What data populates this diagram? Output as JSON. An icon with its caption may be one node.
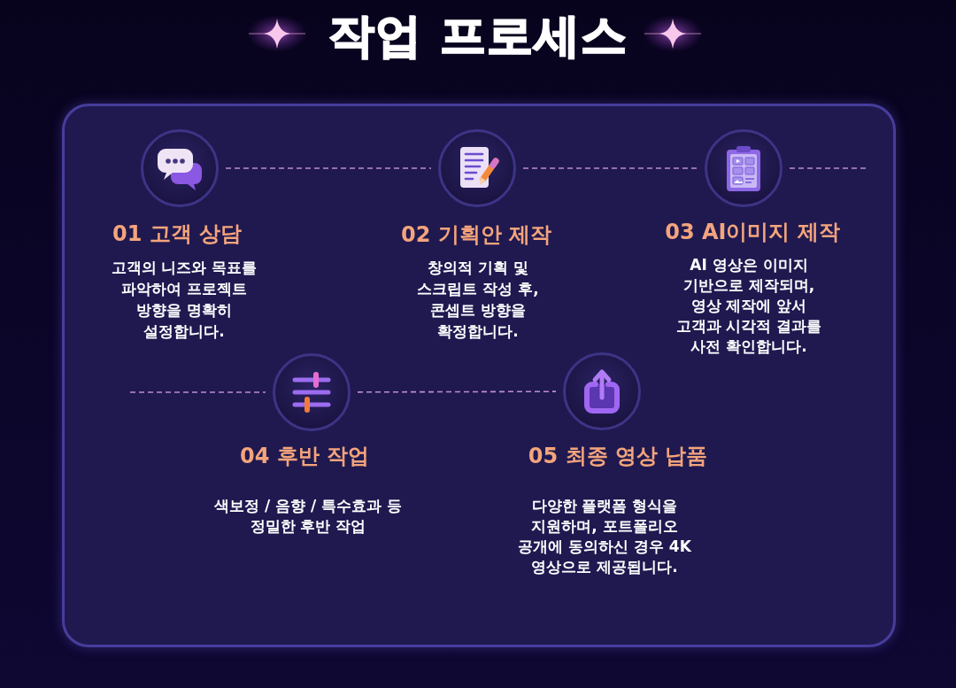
{
  "diagram": {
    "title": "작업 프로세스",
    "nodes": [
      {
        "text": [],
        "shape": "box"
      },
      {
        "text": [],
        "shape": "circle",
        "in": 0,
        "beside": [
          "01 고객 상담",
          "고객의 니즈와 목표를 파악하여 프로젝트 방향을 명확히 설정합니다."
        ]
      },
      {
        "text": [],
        "shape": "circle",
        "in": 0,
        "beside": [
          "02 기획안 제작",
          "창의적 기획 및 스크립트 작성 후, 콘셉트 방향을 확정합니다."
        ]
      },
      {
        "text": [],
        "shape": "circle",
        "in": 0,
        "beside": [
          "03 AI이미지 제작",
          "AI 영상은 이미지 기반으로 제작되며, 영상 제작에 앞서 고객과 시각적 결과를 사전 확인합니다."
        ]
      },
      {
        "text": [],
        "shape": "circle",
        "in": 0,
        "beside": [
          "04 후반 작업",
          "색보정 / 음향 / 특수효과 등 정밀한 후반 작업"
        ]
      },
      {
        "text": [],
        "shape": "circle",
        "in": 0,
        "beside": [
          "05 최종 영상 납품",
          "다양한 플랫폼 형식을 지원하며, 포트폴리오 공개에 동의하신 경우 4K 영상으로 제공됩니다."
        ]
      }
    ],
    "edges": [
      {
        "from": 1,
        "to": 2,
        "arrow": "none",
        "style": "dashed"
      },
      {
        "from": 2,
        "to": 3,
        "arrow": "none",
        "style": "dashed"
      },
      {
        "from": 3,
        "to": null,
        "arrow": "none",
        "style": "dashed"
      },
      {
        "from": null,
        "to": 4,
        "arrow": "none",
        "style": "dashed"
      },
      {
        "from": 4,
        "to": 5,
        "arrow": "none",
        "style": "dashed"
      }
    ]
  }
}
